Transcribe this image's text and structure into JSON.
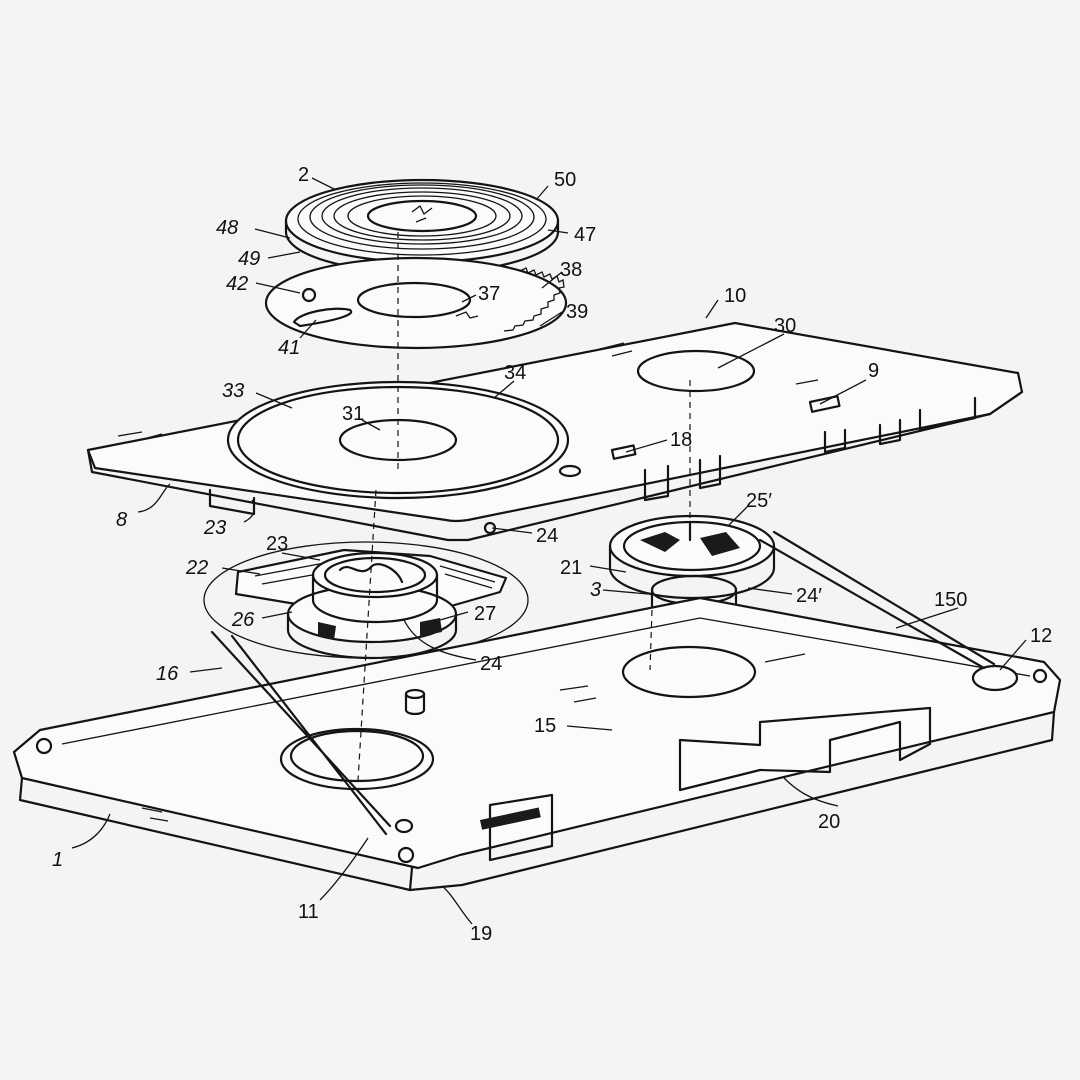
{
  "callouts": [
    {
      "text": "1"
    },
    {
      "text": "2"
    },
    {
      "text": "3"
    },
    {
      "text": "8"
    },
    {
      "text": "9"
    },
    {
      "text": "10"
    },
    {
      "text": "11"
    },
    {
      "text": "12"
    },
    {
      "text": "15"
    },
    {
      "text": "16"
    },
    {
      "text": "18"
    },
    {
      "text": "19"
    },
    {
      "text": "20"
    },
    {
      "text": "21"
    },
    {
      "text": "22"
    },
    {
      "text": "23"
    },
    {
      "text": "23"
    },
    {
      "text": "24"
    },
    {
      "text": "24"
    },
    {
      "text": "24′"
    },
    {
      "text": "25′"
    },
    {
      "text": "26"
    },
    {
      "text": "27"
    },
    {
      "text": "30"
    },
    {
      "text": "31"
    },
    {
      "text": "33"
    },
    {
      "text": "34"
    },
    {
      "text": "37"
    },
    {
      "text": "38"
    },
    {
      "text": "39"
    },
    {
      "text": "41"
    },
    {
      "text": "42"
    },
    {
      "text": "47"
    },
    {
      "text": "48"
    },
    {
      "text": "49"
    },
    {
      "text": "50"
    },
    {
      "text": "150"
    }
  ]
}
